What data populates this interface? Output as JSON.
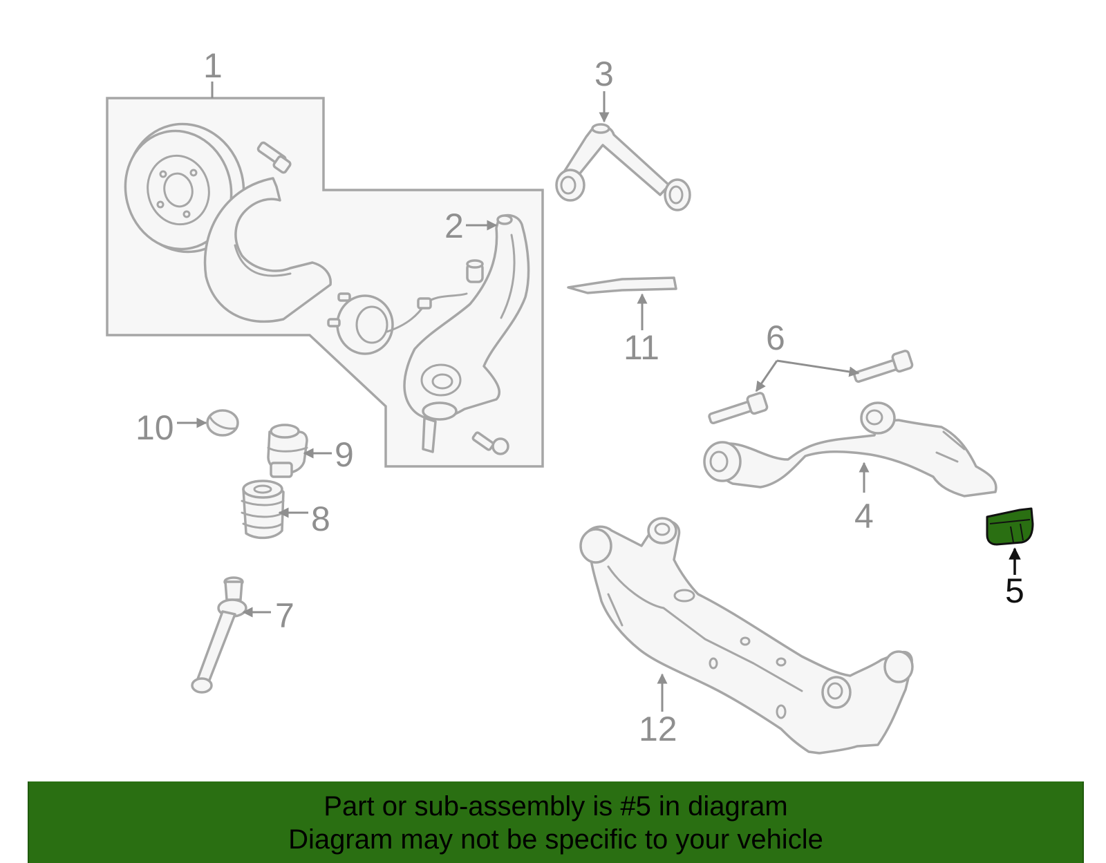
{
  "diagram": {
    "callouts": {
      "c1": "1",
      "c2": "2",
      "c3": "3",
      "c4": "4",
      "c5": "5",
      "c6": "6",
      "c7": "7",
      "c8": "8",
      "c9": "9",
      "c10": "10",
      "c11": "11",
      "c12": "12"
    },
    "highlighted_part": "5",
    "colors": {
      "highlight": "#2a6f12",
      "line_art": "#a6a6a6",
      "callout_text": "#8f8f8f",
      "highlight_callout": "#111111"
    }
  },
  "banner": {
    "line1": "Part or sub-assembly is #5 in diagram",
    "line2": "Diagram may not be specific to your vehicle"
  }
}
